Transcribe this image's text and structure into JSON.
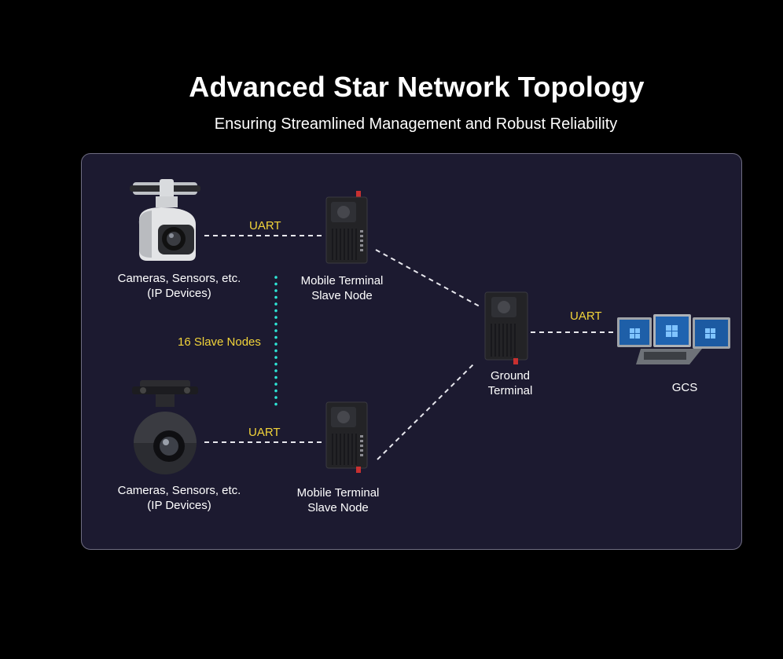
{
  "header": {
    "title": "Advanced Star Network Topology",
    "subtitle": "Ensuring Streamlined Management and Robust Reliability"
  },
  "nodes": {
    "camera_top": {
      "line1": "Cameras, Sensors, etc.",
      "line2": "(IP Devices)"
    },
    "camera_bottom": {
      "line1": "Cameras, Sensors, etc.",
      "line2": "(IP Devices)"
    },
    "slave_top": {
      "line1": "Mobile Terminal",
      "line2": "Slave Node"
    },
    "slave_bottom": {
      "line1": "Mobile Terminal",
      "line2": "Slave Node"
    },
    "ground": {
      "line1": "Ground",
      "line2": "Terminal"
    },
    "gcs": {
      "label": "GCS"
    }
  },
  "links": {
    "uart_top": "UART",
    "uart_bottom": "UART",
    "uart_gcs": "UART",
    "slave_count": "16 Slave Nodes"
  },
  "colors": {
    "background": "#000000",
    "panel": "#1c1a30",
    "accent_label": "#f2d43a",
    "dotted_line": "#2ee6d6"
  }
}
